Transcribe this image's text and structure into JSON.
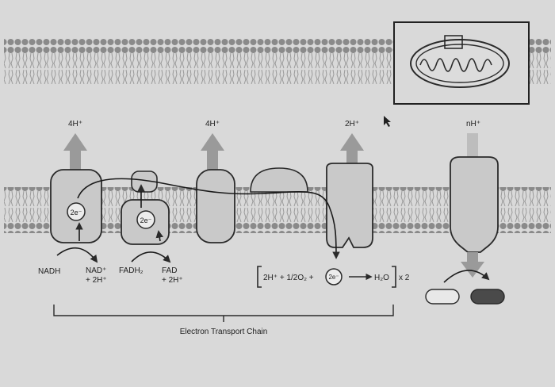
{
  "labels": {
    "pump1_protons": "4H⁺",
    "pump3_protons": "4H⁺",
    "pump4_protons": "2H⁺",
    "synthase_protons": "nH⁺",
    "complex1_electrons": "2e⁻",
    "complex2_electrons": "2e⁻",
    "equation_electrons": "2e⁻",
    "nadh": "NADH",
    "nad_line1": "NAD⁺",
    "nad_line2": "+ 2H⁺",
    "fadh2": "FADH₂",
    "fad_line1": "FAD",
    "fad_line2": "+ 2H⁺",
    "equation_left": "2H⁺ + 1/2O₂ +",
    "equation_right": "H₂O",
    "equation_multiplier": "x 2",
    "etc_caption": "Electron Transport Chain"
  },
  "colors": {
    "background": "#d9d9d9",
    "protein_fill": "#c9c9c9",
    "protein_stroke": "#2a2a2a",
    "lipid_head": "#8a8a8a",
    "proton_arrow": "#9a9a9a",
    "adp_fill": "#e8e8e8",
    "atp_fill": "#4a4a4a"
  },
  "inset": {
    "description_icon": "mitochondrion-icon"
  }
}
